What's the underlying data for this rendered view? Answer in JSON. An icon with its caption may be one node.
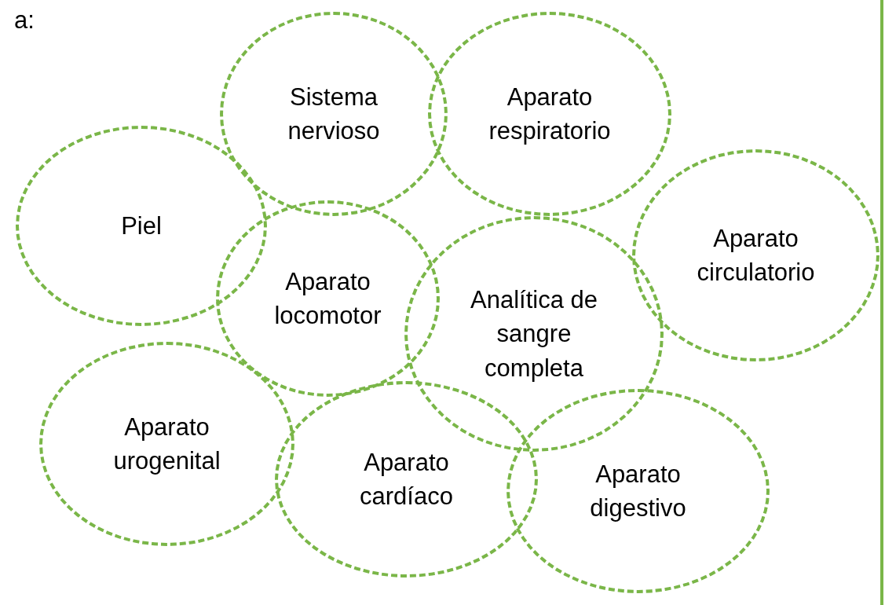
{
  "diagram": {
    "nodes": [
      {
        "text": [
          "Sistema nervioso"
        ]
      },
      {
        "text": [
          "Aparato respiratorio"
        ]
      },
      {
        "text": [
          "Piel"
        ]
      },
      {
        "text": [
          "Aparato circulatorio"
        ]
      },
      {
        "text": [
          "Aparato locomotor"
        ]
      },
      {
        "text": [
          "Analítica de sangre completa"
        ]
      },
      {
        "text": [
          "Aparato urogenital"
        ]
      },
      {
        "text": [
          "Aparato cardíaco"
        ]
      },
      {
        "text": [
          "Aparato digestivo"
        ]
      }
    ],
    "edges": [],
    "labels": [
      "a:"
    ]
  }
}
